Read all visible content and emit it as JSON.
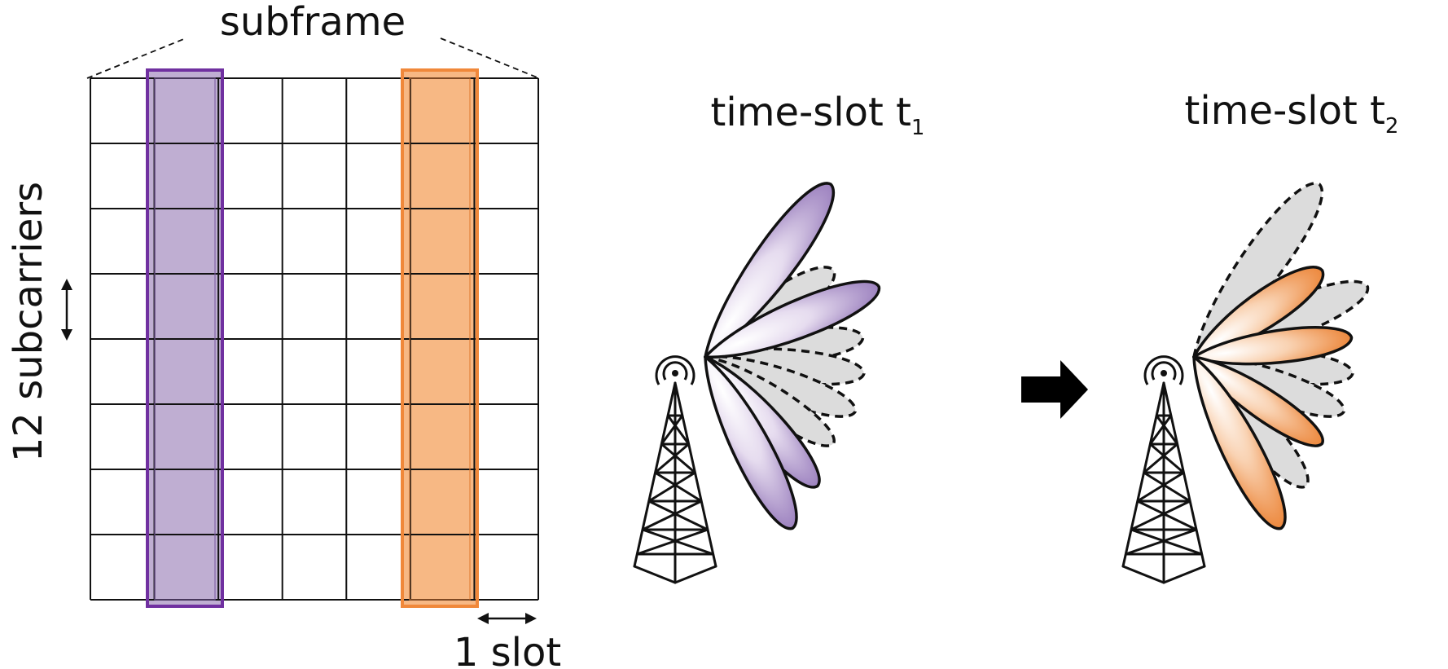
{
  "labels": {
    "subframe": "subframe",
    "subcarriers": "12 subcarriers",
    "slot": "1 slot",
    "timeslot_1_main": "time-slot t",
    "timeslot_1_sub": "1",
    "timeslot_2_main": "time-slot t",
    "timeslot_2_sub": "2"
  },
  "grid": {
    "columns": 7,
    "rows": 8,
    "highlighted_columns": [
      1,
      5
    ]
  },
  "beams": {
    "time_slot_1_active": [
      0,
      2,
      7,
      8
    ],
    "time_slot_2_active": [
      1,
      3,
      6,
      8
    ]
  },
  "colors": {
    "purple": "#7030a0",
    "purple_fill": "#bfaed2",
    "orange": "#f0883a",
    "orange_fill": "#f7b884",
    "inactive_beam": "#dcdcdc",
    "line": "#111111"
  }
}
